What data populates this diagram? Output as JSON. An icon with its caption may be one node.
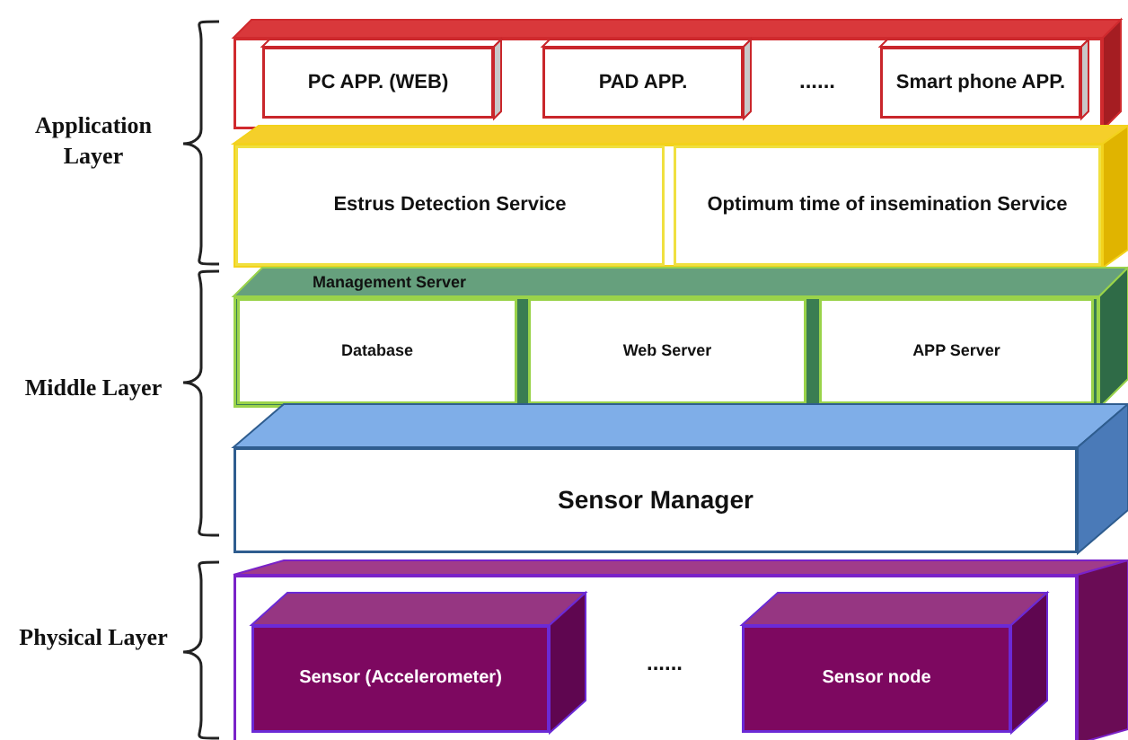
{
  "diagram": {
    "nodes": [
      {
        "text": [],
        "shape": "box"
      },
      {
        "text": [
          "PC APP. (WEB)"
        ],
        "in": 0
      },
      {
        "text": [
          "PAD APP."
        ],
        "in": 0
      },
      {
        "text": [
          "Smart phone APP."
        ],
        "in": 0
      },
      {
        "text": [],
        "shape": "box"
      },
      {
        "text": [
          "Estrus Detection Service"
        ],
        "in": 4
      },
      {
        "text": [
          "Optimum time of insemination Service"
        ],
        "in": 4
      },
      {
        "text": [
          "Management Server"
        ]
      },
      {
        "text": [
          "Database"
        ],
        "in": 7
      },
      {
        "text": [
          "Web Server"
        ],
        "in": 7
      },
      {
        "text": [
          "APP Server"
        ],
        "in": 7
      },
      {
        "text": [
          "Sensor Manager"
        ]
      },
      {
        "text": [],
        "shape": "box"
      },
      {
        "text": [
          "Sensor (Accelerometer)"
        ],
        "in": 12
      },
      {
        "text": [
          "Sensor node"
        ],
        "in": 12
      }
    ],
    "labels": [
      "Application Layer",
      "......",
      "Middle Layer",
      "Physical Layer",
      "......"
    ]
  }
}
